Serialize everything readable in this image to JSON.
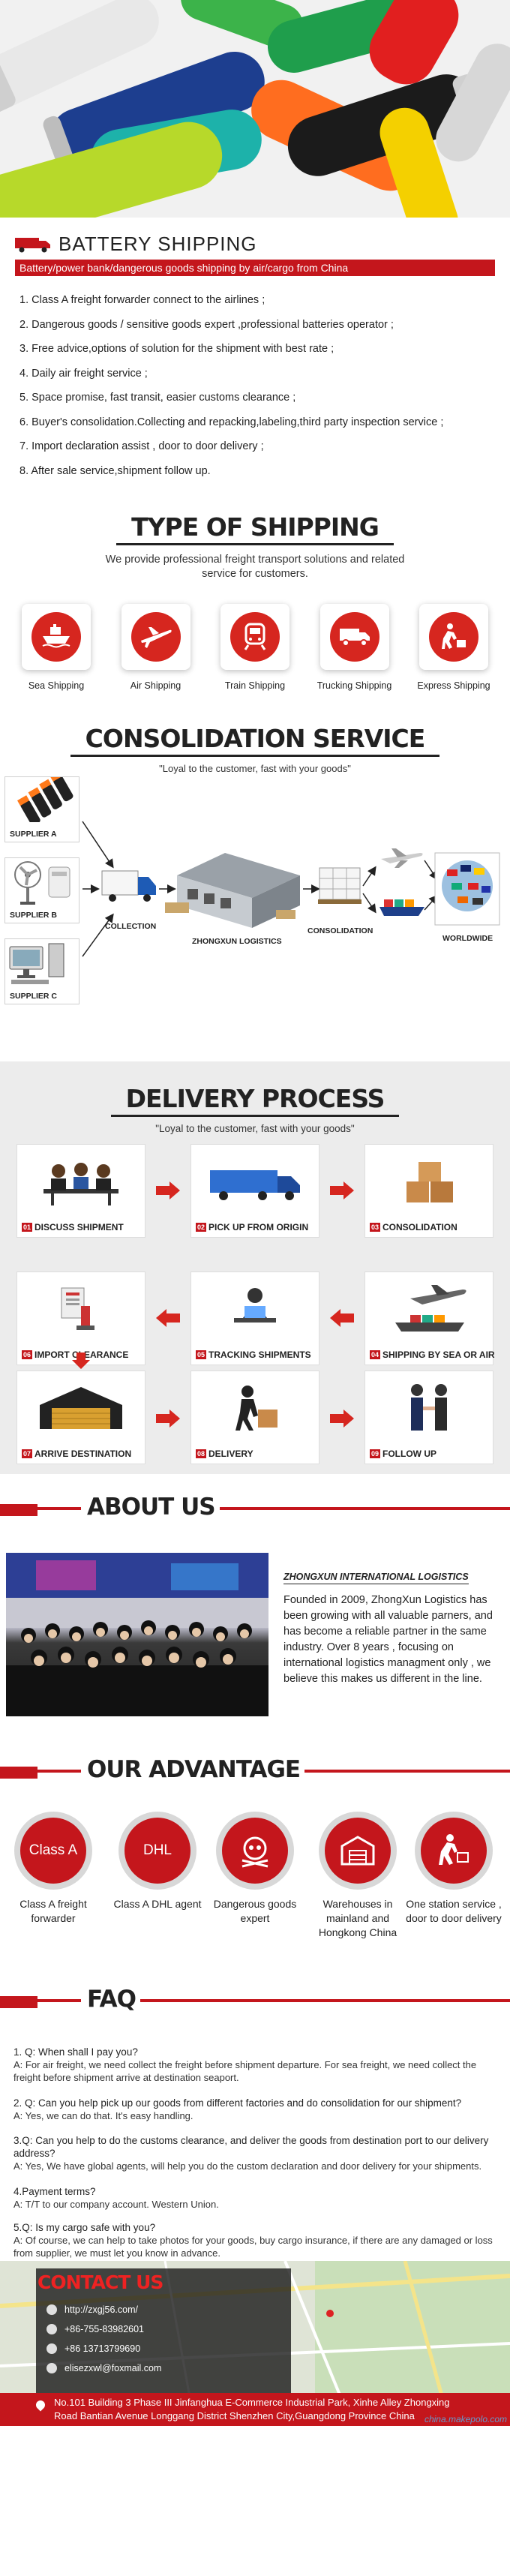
{
  "battery_shipping": {
    "title": "BATTERY SHIPPING",
    "subtitle": "Battery/power bank/dangerous goods shipping by air/cargo from China",
    "items": [
      "1. Class A freight forwarder connect to the airlines ;",
      "2. Dangerous goods / sensitive goods expert ,professional batteries operator ;",
      "3. Free advice,options of solution for the shipment with best rate ;",
      "4. Daily air freight service ;",
      "5. Space promise, fast transit, easier customs clearance ;",
      "6. Buyer's consolidation.Collecting and repacking,labeling,third party inspection service ;",
      "7. Import declaration assist , door to door delivery ;",
      "8. After sale service,shipment follow up."
    ]
  },
  "type_of_shipping": {
    "title": "TYPE OF SHIPPING",
    "desc_line1": "We provide professional freight transport solutions and related",
    "desc_line2": "service for customers.",
    "items": [
      {
        "label": "Sea Shipping",
        "icon": "ship-icon"
      },
      {
        "label": "Air Shipping",
        "icon": "plane-icon"
      },
      {
        "label": "Train Shipping",
        "icon": "train-icon"
      },
      {
        "label": "Trucking Shipping",
        "icon": "truck-icon"
      },
      {
        "label": "Express Shipping",
        "icon": "courier-icon"
      }
    ]
  },
  "consolidation": {
    "title": "CONSOLIDATION SERVICE",
    "quote": "\"Loyal to the customer, fast with your goods\"",
    "supplier_a": "SUPPLIER A",
    "supplier_b": "SUPPLIER B",
    "supplier_c": "SUPPLIER C",
    "collection": "COLLECTION",
    "logistics": "ZHONGXUN LOGISTICS",
    "consolidation": "CONSOLIDATION",
    "worldwide": "WORLDWIDE"
  },
  "delivery": {
    "title": "DELIVERY PROCESS",
    "quote": "\"Loyal to the customer, fast with your goods\"",
    "steps": [
      {
        "num": "01",
        "label": "DISCUSS SHIPMENT"
      },
      {
        "num": "02",
        "label": "PICK UP FROM ORIGIN"
      },
      {
        "num": "03",
        "label": "CONSOLIDATION"
      },
      {
        "num": "04",
        "label": "SHIPPING BY SEA OR AIR"
      },
      {
        "num": "05",
        "label": "TRACKING SHIPMENTS"
      },
      {
        "num": "06",
        "label": "IMPORT CLEARANCE"
      },
      {
        "num": "07",
        "label": "ARRIVE DESTINATION"
      },
      {
        "num": "08",
        "label": "DELIVERY"
      },
      {
        "num": "09",
        "label": "FOLLOW UP"
      }
    ]
  },
  "about": {
    "title": "ABOUT US",
    "company": "ZHONGXUN INTERNATIONAL LOGISTICS",
    "text": "Founded in 2009, ZhongXun Logistics has been growing with all valuable parners, and has become a reliable partner in the same industry. Over 8 years , focusing on international logistics managment only , we believe this makes us different in the line."
  },
  "advantage": {
    "title": "OUR ADVANTAGE",
    "items": [
      {
        "badge": "Class A",
        "label": "Class A freight forwarder"
      },
      {
        "badge": "DHL",
        "label": "Class A DHL agent"
      },
      {
        "badge": "",
        "label": "Dangerous goods expert"
      },
      {
        "badge": "",
        "label": "Warehouses in mainland and Hongkong China"
      },
      {
        "badge": "",
        "label": "One station service , door to door delivery"
      }
    ]
  },
  "faq": {
    "title": "FAQ",
    "items": [
      {
        "q": "1. Q: When shall I pay you?",
        "a": "A: For air freight, we need collect the freight before shipment departure. For sea freight, we need collect the freight before shipment arrive at destination seaport."
      },
      {
        "q": "2. Q: Can you help pick up our goods from different factories and do consolidation for our shipment?",
        "a": "A: Yes, we can do that. It's easy handling."
      },
      {
        "q": "3.Q: Can you help to do the customs clearance, and deliver the goods from destination port to our delivery address?",
        "a": "A: Yes, We have global agents, will help you do the custom declaration and door delivery for your shipments."
      },
      {
        "q": "4.Payment terms?",
        "a": "A: T/T to our company account. Western Union."
      },
      {
        "q": "5.Q: Is my cargo safe with you?",
        "a": "A: Of course, we can help to take photos for your goods, buy cargo insurance, if there are any damaged or loss from supplier, we must let you know in advance."
      }
    ]
  },
  "contact": {
    "title": "CONTACT US",
    "web": "http://zxgj56.com/",
    "phone1": "+86-755-83982601",
    "phone2": "+86 13713799690",
    "email": "elisezxwl@foxmail.com",
    "address_line1": "No.101 Building 3 Phase III Jinfanghua E-Commerce Industrial Park, Xinhe Alley Zhongxing",
    "address_line2": "Road Bantian Avenue Longgang District Shenzhen City,Guangdong Province China"
  },
  "watermark": "china.makepolo.com",
  "colors": {
    "accent": "#c4161c"
  }
}
